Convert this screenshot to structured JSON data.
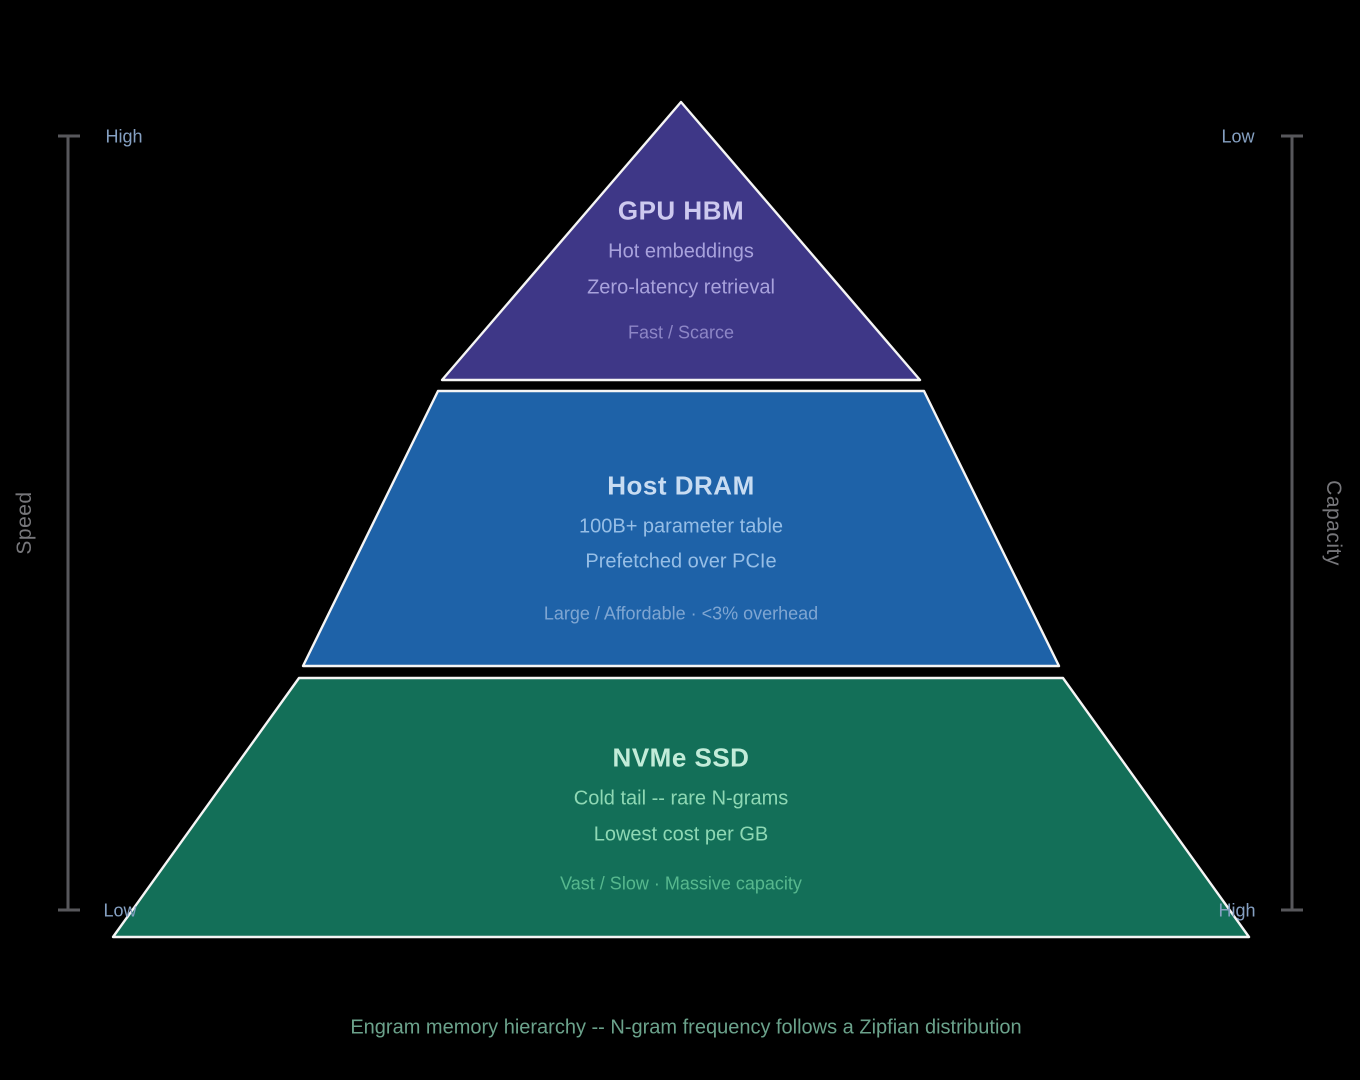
{
  "figure": {
    "background": "#000000",
    "caption": "Engram memory hierarchy -- N-gram frequency follows a Zipfian distribution",
    "caption_color": "#6ba28b"
  },
  "axes": {
    "line_color": "#57575b",
    "endpoint_label_color": "#85a0c2",
    "title_color": "#77777b",
    "left": {
      "title": "Speed",
      "top": "High",
      "bottom": "Low"
    },
    "right": {
      "title": "Capacity",
      "top": "Low",
      "bottom": "High"
    }
  },
  "pyramid": {
    "stroke_color": "#f5f5f5",
    "tiers": [
      {
        "name": "gpu-hbm",
        "title": "GPU HBM",
        "line1": "Hot embeddings",
        "line2": "Zero-latency retrieval",
        "stat": "Fast / Scarce",
        "fill": "#3e3787",
        "title_color": "#cdc9ef",
        "body_color": "#a8a2dc",
        "stat_color": "#8d86c6"
      },
      {
        "name": "host-dram",
        "title": "Host DRAM",
        "line1": "100B+ parameter table",
        "line2": "Prefetched over PCIe",
        "stat": "Large / Affordable · <3% overhead",
        "fill": "#1e62a8",
        "title_color": "#c8dcf2",
        "body_color": "#96bee6",
        "stat_color": "#7fa6d2"
      },
      {
        "name": "nvme-ssd",
        "title": "NVMe SSD",
        "line1": "Cold tail -- rare N-grams",
        "line2": "Lowest cost per GB",
        "stat": "Vast / Slow · Massive capacity",
        "fill": "#136f58",
        "title_color": "#c2ecd9",
        "body_color": "#8ed8b4",
        "stat_color": "#57b88e"
      }
    ]
  }
}
